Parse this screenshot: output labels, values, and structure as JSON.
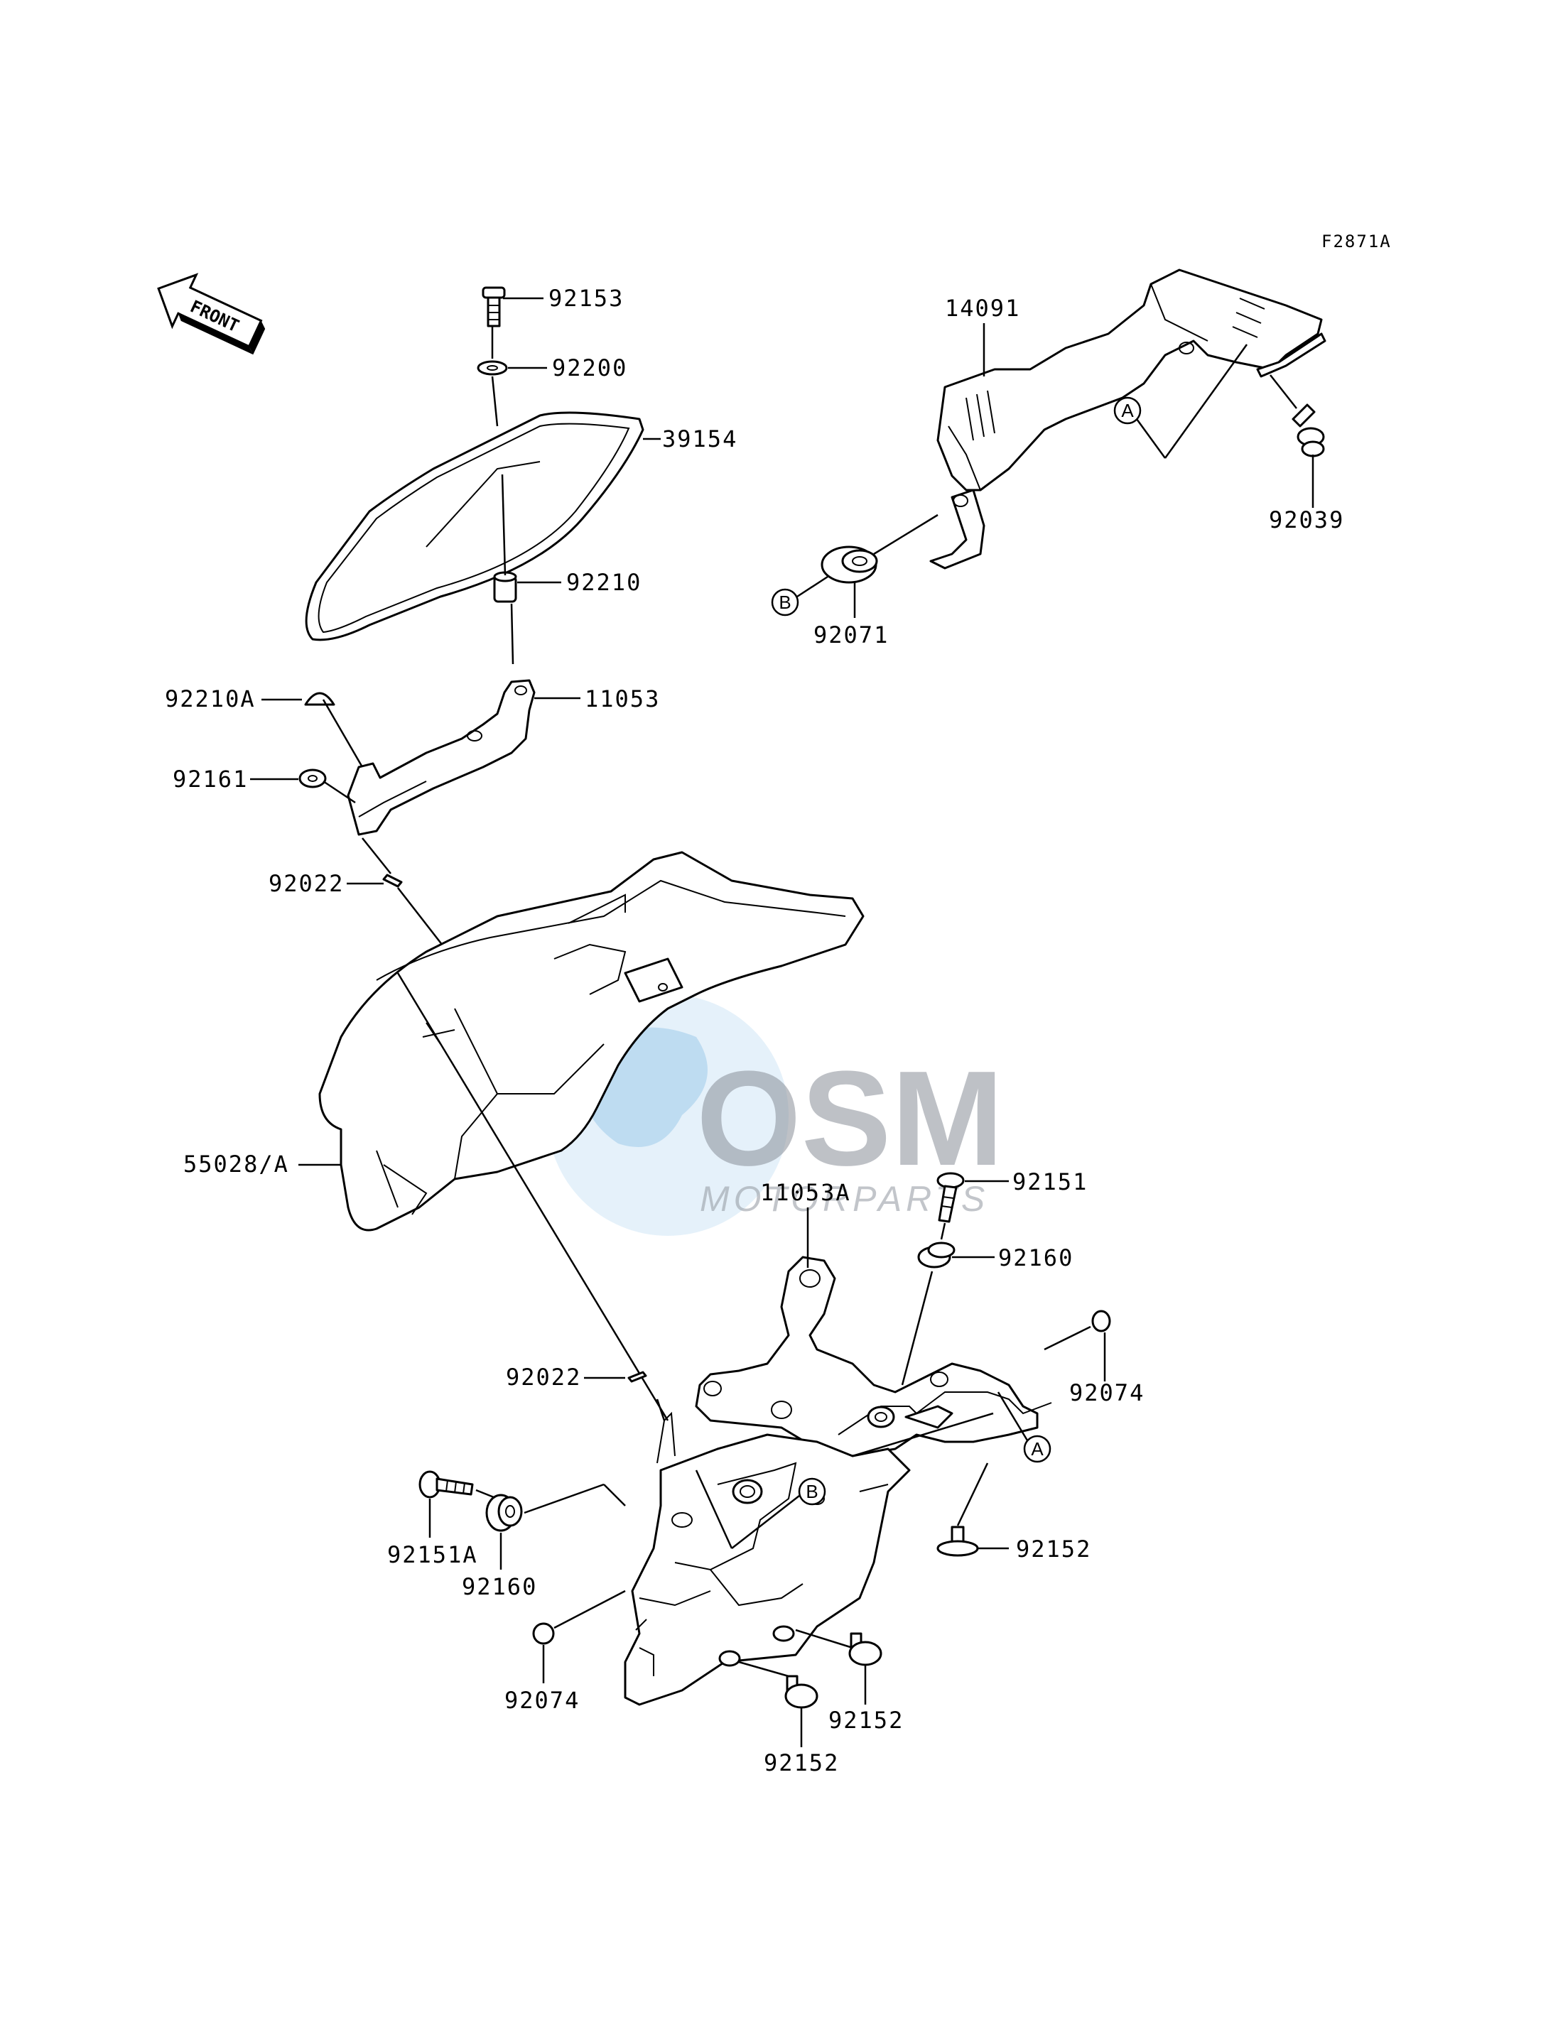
{
  "figure_id": "F2871A",
  "front_label": "FRONT",
  "watermark": {
    "brand": "OSM",
    "subtitle": "MOTORPARTS"
  },
  "part_labels": [
    {
      "id": "p92153",
      "text": "92153"
    },
    {
      "id": "p92200",
      "text": "92200"
    },
    {
      "id": "p39154",
      "text": "39154"
    },
    {
      "id": "p92210",
      "text": "92210"
    },
    {
      "id": "p92210A",
      "text": "92210A"
    },
    {
      "id": "p11053",
      "text": "11053"
    },
    {
      "id": "p92161",
      "text": "92161"
    },
    {
      "id": "p92022a",
      "text": "92022"
    },
    {
      "id": "p55028",
      "text": "55028/A"
    },
    {
      "id": "p14091",
      "text": "14091"
    },
    {
      "id": "p92039",
      "text": "92039"
    },
    {
      "id": "p92071",
      "text": "92071"
    },
    {
      "id": "p92151",
      "text": "92151"
    },
    {
      "id": "p11053A",
      "text": "11053A"
    },
    {
      "id": "p92160a",
      "text": "92160"
    },
    {
      "id": "p92074a",
      "text": "92074"
    },
    {
      "id": "p92022b",
      "text": "92022"
    },
    {
      "id": "p92152a",
      "text": "92152"
    },
    {
      "id": "p92151A",
      "text": "92151A"
    },
    {
      "id": "p92160b",
      "text": "92160"
    },
    {
      "id": "p92074b",
      "text": "92074"
    },
    {
      "id": "p92152b",
      "text": "92152"
    },
    {
      "id": "p92152c",
      "text": "92152"
    }
  ],
  "reference_markers": [
    {
      "id": "refA1",
      "text": "A"
    },
    {
      "id": "refB1",
      "text": "B"
    },
    {
      "id": "refA2",
      "text": "A"
    },
    {
      "id": "refB2",
      "text": "B"
    }
  ]
}
